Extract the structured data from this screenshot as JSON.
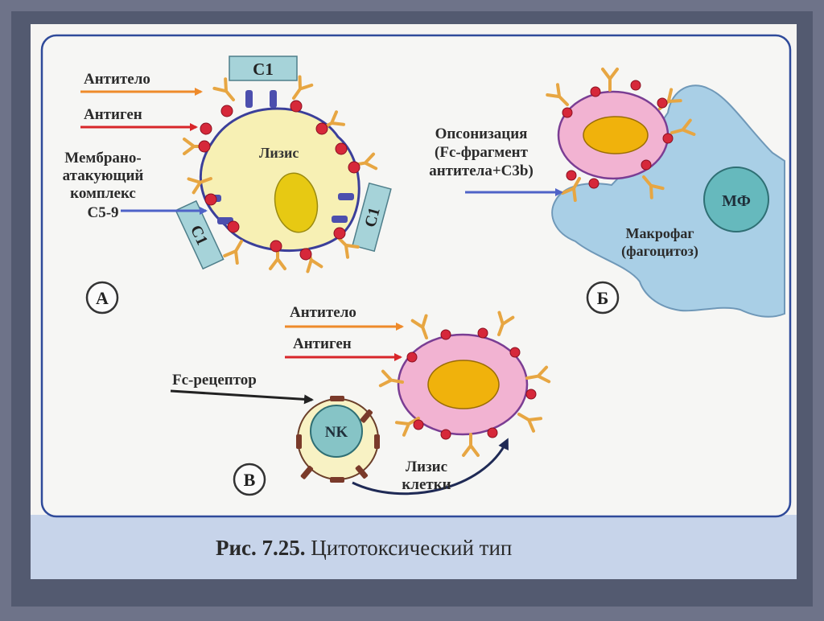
{
  "panel_a": {
    "letter": "А",
    "label_antibody": "Антитело",
    "label_antigen": "Антиген",
    "label_mac_line1": "Мембрано-",
    "label_mac_line2": "атакующий",
    "label_mac_line3": "комплекс",
    "label_mac_line4": "С5-9",
    "cell_label": "Лизис",
    "complement_top": "С1",
    "complement_left": "С1",
    "complement_right": "С1"
  },
  "panel_b": {
    "letter": "Б",
    "label_opsonization_line1": "Опсонизация",
    "label_opsonization_line2": "(Fc-фрагмент",
    "label_opsonization_line3": "антитела+С3b)",
    "macrophage_nucleus": "МФ",
    "macrophage_line1": "Макрофаг",
    "macrophage_line2": "(фагоцитоз)"
  },
  "panel_c": {
    "letter": "В",
    "label_antibody": "Антитело",
    "label_antigen": "Антиген",
    "label_fc_receptor": "Fc-рецептор",
    "nk_label": "NK",
    "lysis_line1": "Лизис",
    "lysis_line2": "клетки"
  },
  "caption": {
    "figure_number": "Рис. 7.25.",
    "figure_title": "Цитотоксический тип"
  },
  "colors": {
    "frame": "#6e7389",
    "panel_border": "#2f4a9a",
    "cell_yellow": "#f7f0b4",
    "cell_pink": "#f2b3d2",
    "nucleus_orange": "#f0b20c",
    "macrophage": "#a9cfe6",
    "antibody": "#e7a642",
    "antigen": "#d6283a",
    "complement": "#a6d3d9",
    "arrow_orange": "#ee8a2a",
    "arrow_red": "#d8262a",
    "arrow_blue": "#4f63c8"
  }
}
